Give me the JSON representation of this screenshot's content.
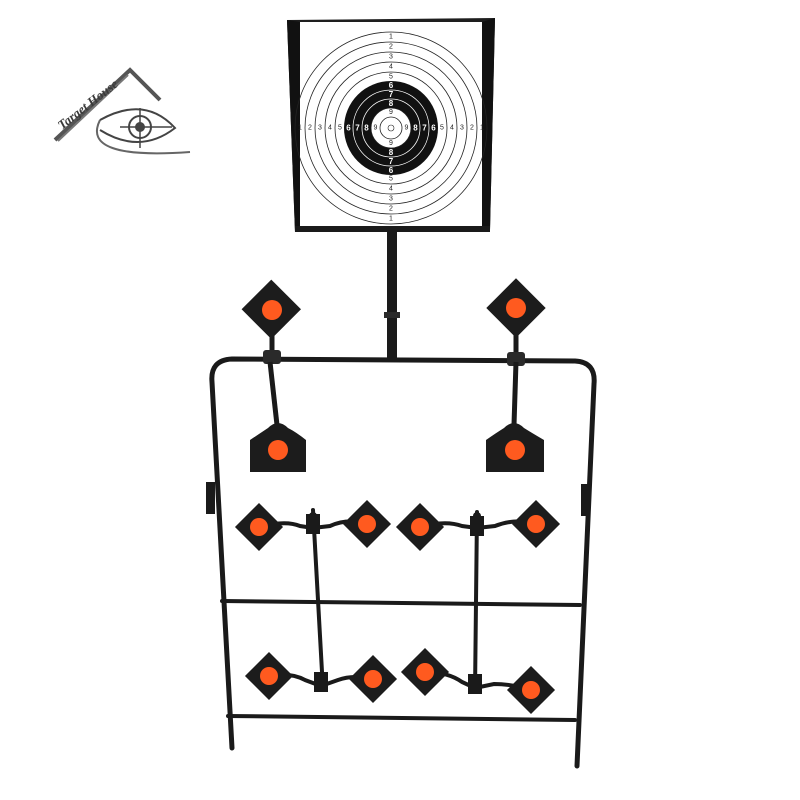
{
  "logo": {
    "text": "Target House"
  },
  "paper_target": {
    "ring_numbers_vertical_top": [
      "1",
      "2",
      "3",
      "4",
      "5",
      "6",
      "7",
      "8",
      "9"
    ],
    "ring_numbers_vertical_bottom": [
      "9",
      "8",
      "7",
      "6",
      "5",
      "4",
      "3",
      "2",
      "1"
    ],
    "ring_numbers_horizontal_left": [
      "1",
      "2",
      "3",
      "4",
      "5",
      "6",
      "7",
      "8",
      "9"
    ],
    "ring_numbers_horizontal_right": [
      "9",
      "8",
      "7",
      "6",
      "5",
      "4",
      "3",
      "2",
      "1"
    ]
  },
  "colors": {
    "frame": "#1c1c1c",
    "target_dot": "#ff5a1f",
    "paper": "#ffffff",
    "background": "#ffffff"
  }
}
